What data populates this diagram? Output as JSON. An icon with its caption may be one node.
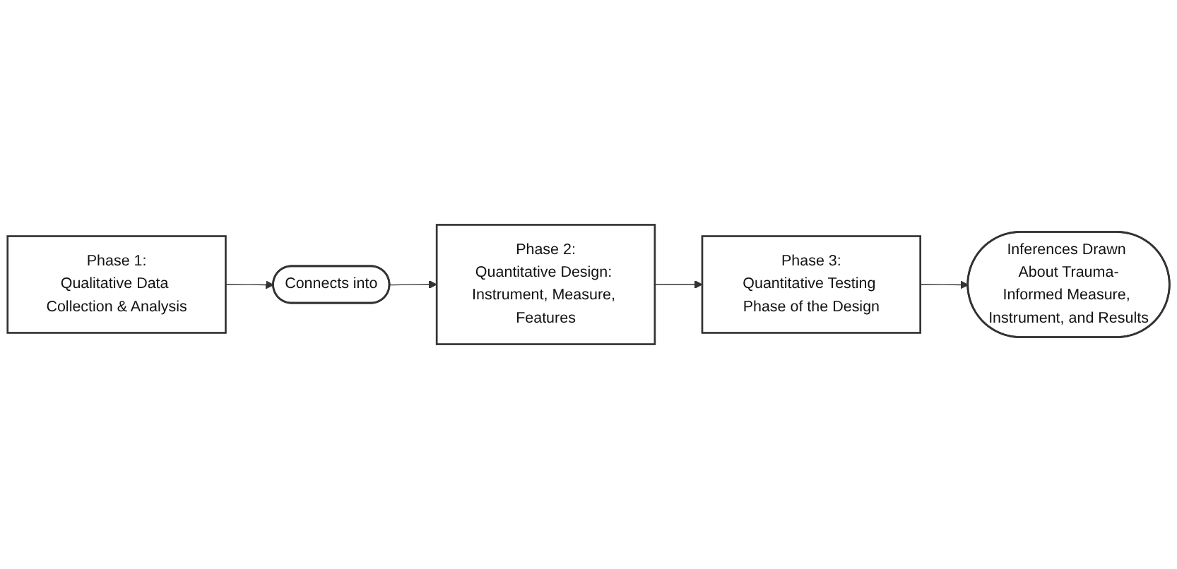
{
  "diagram": {
    "nodes": [
      {
        "text": [
          "Phase 1:",
          "Qualitative Data Collection & Analysis"
        ]
      },
      {
        "text": [
          "Connects into"
        ]
      },
      {
        "text": [
          "Phase 2:",
          "Quantitative Design: Instrument, Measure, Features"
        ]
      },
      {
        "text": [
          "Phase 3:",
          "Quantitative Testing Phase of the Design"
        ]
      },
      {
        "text": [
          "Inferences Drawn About Trauma-Informed Measure, Instrument, and Results"
        ]
      }
    ],
    "edges": [
      {
        "from": 0,
        "to": 1,
        "arrow": "to"
      },
      {
        "from": 1,
        "to": 2,
        "arrow": "to"
      },
      {
        "from": 2,
        "to": 3,
        "arrow": "to"
      },
      {
        "from": 3,
        "to": 4,
        "arrow": "to"
      }
    ]
  }
}
